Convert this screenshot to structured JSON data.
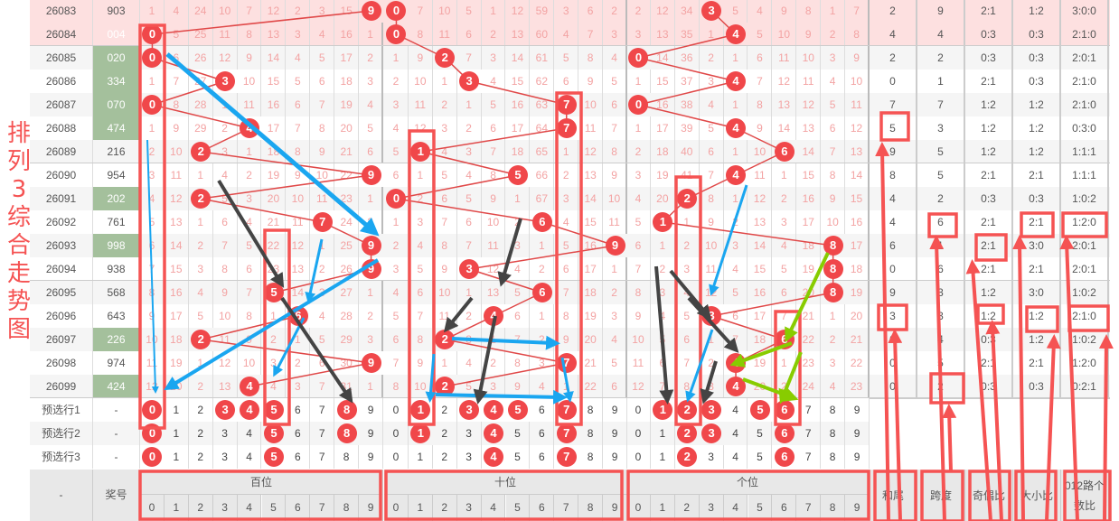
{
  "title": "排列3综合走势图",
  "colors": {
    "ball": "#f0474a",
    "omission": "#f3a3a3",
    "award_highlight": "#a4c09c",
    "pink_row": "#fde0e0",
    "annotation_red": "#f55353",
    "arrow_blue": "#1aa6f0",
    "arrow_black": "#444444",
    "arrow_green": "#88cc00"
  },
  "rows": [
    {
      "period": "26083",
      "award": "903",
      "pink": true,
      "green": false,
      "stats": [
        "2",
        "9",
        "2:1",
        "1:2",
        "3:0:0"
      ]
    },
    {
      "period": "26084",
      "award": "004",
      "pink": true,
      "green": false,
      "stats": [
        "4",
        "4",
        "0:3",
        "0:3",
        "2:1:0"
      ]
    },
    {
      "period": "26085",
      "award": "020",
      "green": true,
      "stats": [
        "2",
        "2",
        "0:3",
        "0:3",
        "2:0:1"
      ]
    },
    {
      "period": "26086",
      "award": "334",
      "green": true,
      "stats": [
        "0",
        "1",
        "2:1",
        "0:3",
        "2:1:0"
      ]
    },
    {
      "period": "26087",
      "award": "070",
      "green": true,
      "stats": [
        "7",
        "7",
        "1:2",
        "1:2",
        "2:1:0"
      ]
    },
    {
      "period": "26088",
      "award": "474",
      "green": true,
      "stats": [
        "5",
        "3",
        "1:2",
        "1:2",
        "0:3:0"
      ]
    },
    {
      "period": "26089",
      "award": "216",
      "green": false,
      "stats": [
        "9",
        "5",
        "1:2",
        "1:2",
        "1:1:1"
      ]
    },
    {
      "period": "26090",
      "award": "954",
      "green": false,
      "stats": [
        "8",
        "5",
        "2:1",
        "2:1",
        "1:1:1"
      ]
    },
    {
      "period": "26091",
      "award": "202",
      "green": true,
      "stats": [
        "4",
        "2",
        "0:3",
        "0:3",
        "1:0:2"
      ]
    },
    {
      "period": "26092",
      "award": "761",
      "green": false,
      "stats": [
        "4",
        "6",
        "2:1",
        "2:1",
        "1:2:0"
      ]
    },
    {
      "period": "26093",
      "award": "998",
      "green": true,
      "stats": [
        "6",
        "1",
        "2:1",
        "3:0",
        "2:0:1"
      ]
    },
    {
      "period": "26094",
      "award": "938",
      "green": false,
      "stats": [
        "0",
        "6",
        "2:1",
        "2:1",
        "2:0:1"
      ]
    },
    {
      "period": "26095",
      "award": "568",
      "green": false,
      "stats": [
        "9",
        "3",
        "1:2",
        "3:0",
        "1:0:2"
      ]
    },
    {
      "period": "26096",
      "award": "643",
      "green": false,
      "stats": [
        "3",
        "3",
        "1:2",
        "1:2",
        "2:1:0"
      ]
    },
    {
      "period": "26097",
      "award": "226",
      "green": true,
      "stats": [
        "0",
        "4",
        "0:3",
        "1:2",
        "1:0:2"
      ]
    },
    {
      "period": "26098",
      "award": "974",
      "green": false,
      "stats": [
        "0",
        "5",
        "2:1",
        "2:1",
        "1:2:0"
      ]
    },
    {
      "period": "26099",
      "award": "424",
      "green": true,
      "stats": [
        "0",
        "2",
        "0:3",
        "0:3",
        "0:2:1"
      ]
    }
  ],
  "initial_omission": {
    "hundreds": [
      1,
      4,
      24,
      10,
      7,
      12,
      2,
      3,
      15,
      0
    ],
    "tens": [
      0,
      7,
      10,
      5,
      1,
      12,
      59,
      3,
      6,
      2
    ],
    "units": [
      2,
      12,
      34,
      0,
      5,
      4,
      9,
      8,
      1,
      7
    ]
  },
  "preselect": [
    {
      "label": "预选行1",
      "award": "-",
      "hundreds": [
        0,
        3,
        4,
        5,
        8
      ],
      "tens": [
        1,
        3,
        4,
        5,
        7
      ],
      "units": [
        1,
        2,
        3,
        5,
        6
      ]
    },
    {
      "label": "预选行2",
      "award": "-",
      "hundreds": [
        0,
        5,
        8
      ],
      "tens": [
        1,
        4,
        7
      ],
      "units": [
        2,
        3,
        6
      ]
    },
    {
      "label": "预选行3",
      "award": "-",
      "hundreds": [
        0,
        5
      ],
      "tens": [
        4,
        7
      ],
      "units": [
        2,
        6
      ]
    }
  ],
  "footer": {
    "period": "-",
    "award": "奖号",
    "hundreds": "百位",
    "tens": "十位",
    "units": "个位",
    "digits": [
      "0",
      "1",
      "2",
      "3",
      "4",
      "5",
      "6",
      "7",
      "8",
      "9"
    ],
    "stats": [
      "和尾",
      "跨度",
      "奇偶比",
      "大小比",
      "012路个数比"
    ]
  }
}
